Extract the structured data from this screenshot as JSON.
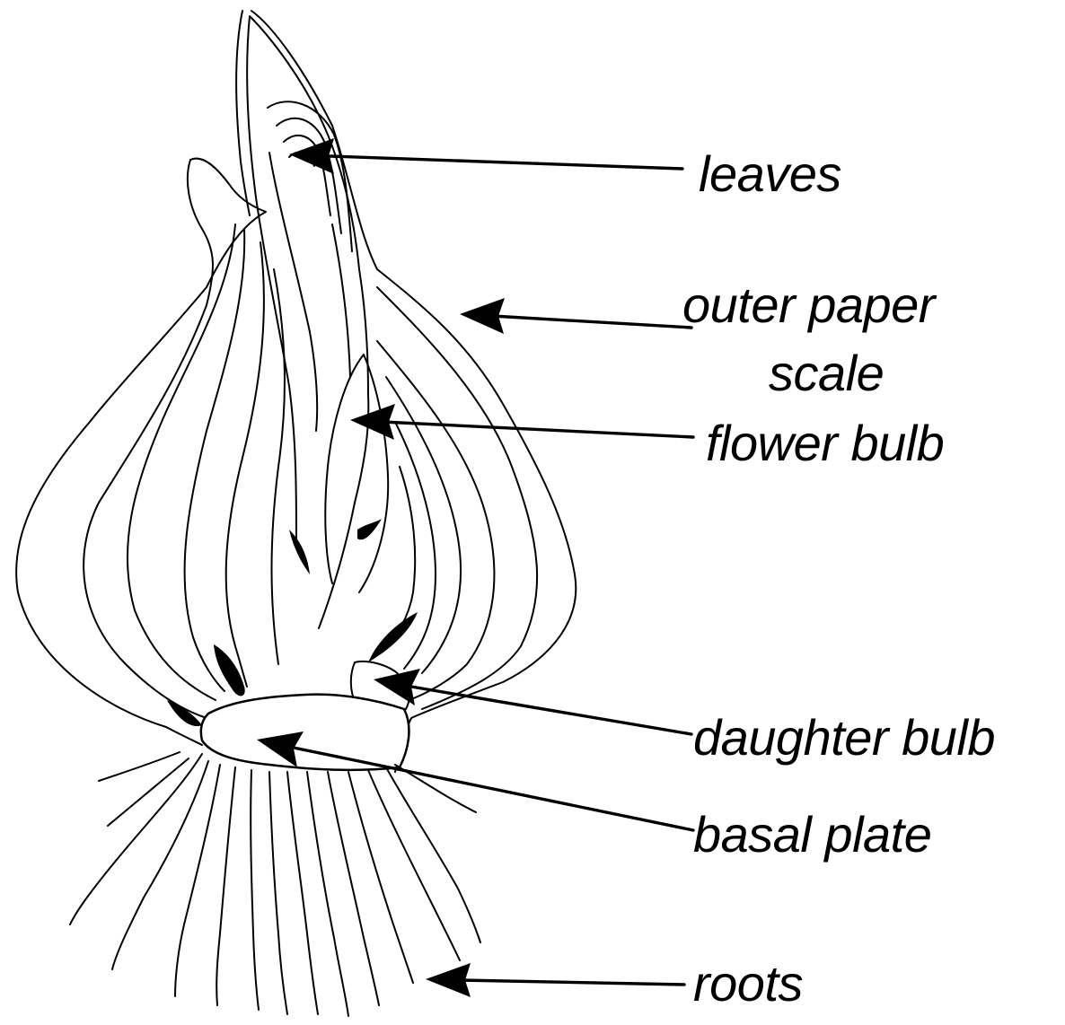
{
  "labels": {
    "leaves": "leaves",
    "outer_paper_scale_line1": "outer paper",
    "outer_paper_scale_line2": "scale",
    "flower_bulb": "flower bulb",
    "daughter_bulb": "daughter bulb",
    "basal_plate": "basal plate",
    "roots": "roots"
  },
  "colors": {
    "ink": "#000000",
    "background": "#ffffff"
  }
}
